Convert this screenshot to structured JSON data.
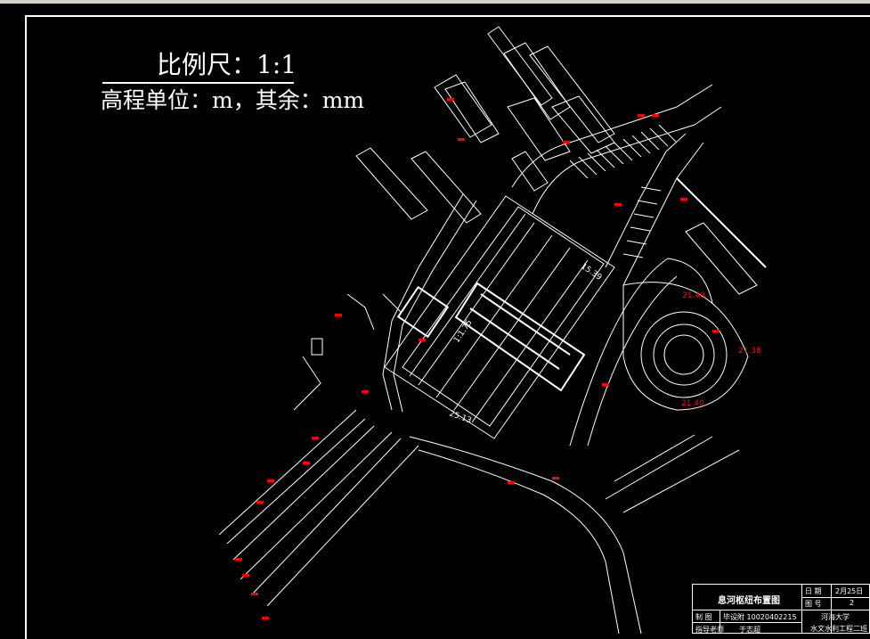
{
  "header": {
    "scale": "比例尺：1:1",
    "units": "高程单位：m，其余：mm"
  },
  "plan_labels": {
    "elev_1": "21.40",
    "elev_2": "21.38",
    "elev_3": "21.40",
    "crest": "15.39",
    "slope": "1:1.75",
    "level": "25.13"
  },
  "title_block": {
    "drawing_title": "息河枢纽布置图",
    "date_label": "日 期",
    "date_value": "2月25日",
    "sheet_label": "图 号",
    "sheet_value": "2",
    "design_label": "制 图",
    "design_value": "毕设附 10020402215",
    "advisor_label": "指导老师",
    "advisor_value": "于志超",
    "school": "河海大学",
    "dept": "水文水利工程二班"
  },
  "colors": {
    "background": "#000000",
    "line": "#ffffff",
    "dimension": "#ff0000",
    "highlight": "#ffffff"
  }
}
